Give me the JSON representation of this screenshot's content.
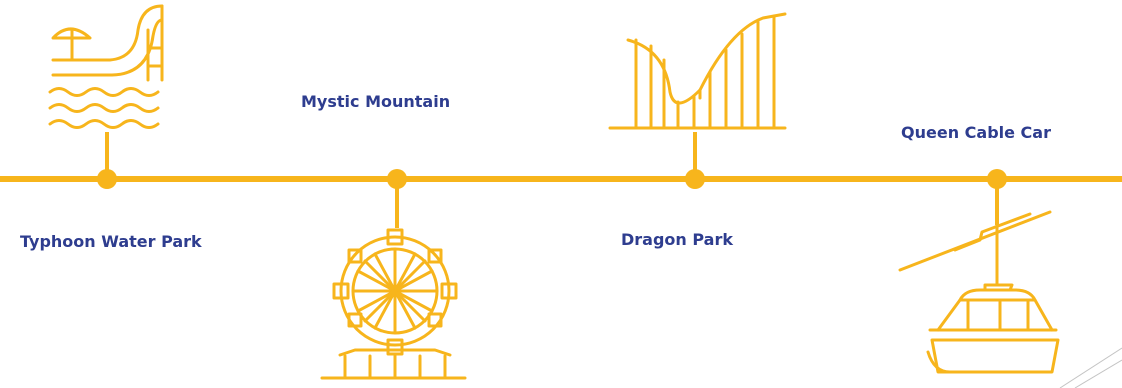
{
  "labels": {
    "typhoon": "Typhoon Water Park",
    "mystic": "Mystic Mountain",
    "dragon": "Dragon Park",
    "queen": "Queen Cable Car"
  },
  "icons": [
    "water-park-icon",
    "ferris-wheel-icon",
    "roller-coaster-icon",
    "cable-car-icon"
  ],
  "colors": {
    "line": "#f7b51c",
    "label": "#2e3d8f"
  }
}
